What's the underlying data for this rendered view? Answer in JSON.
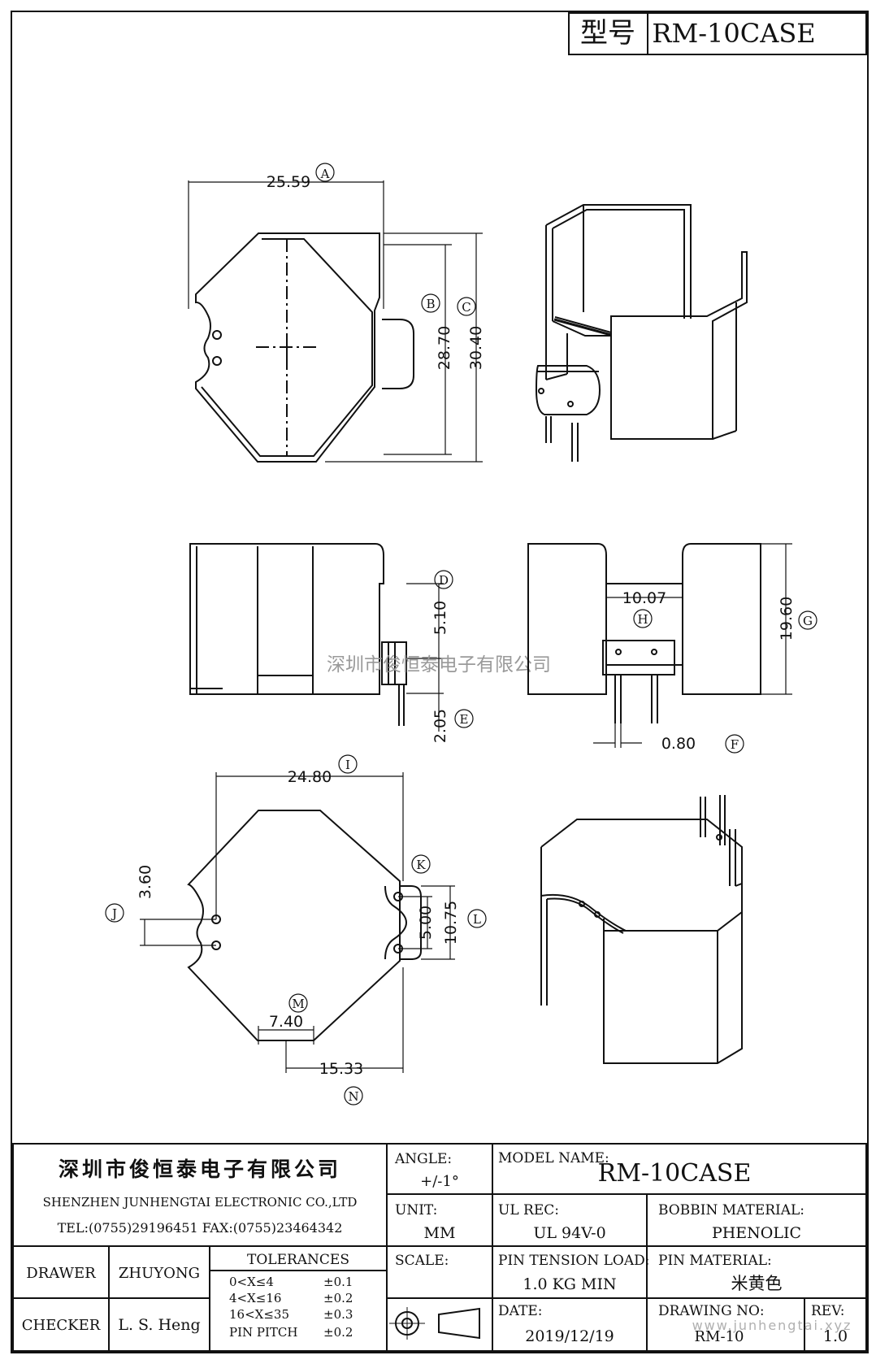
{
  "title_block_top": {
    "label": "型号",
    "value": "RM-10CASE"
  },
  "dimensions": {
    "A": "25.59",
    "B": "28.70",
    "C": "30.40",
    "D": "5.10",
    "E": "2.05",
    "F": "0.80",
    "G": "19.60",
    "H": "10.07",
    "I": "24.80",
    "J": "3.60",
    "K": "5.00",
    "L": "10.75",
    "M": "7.40",
    "N": "15.33"
  },
  "watermark": "深圳市俊恒泰电子有限公司",
  "company": {
    "name_cn": "深圳市俊恒泰电子有限公司",
    "name_en": "SHENZHEN  JUNHENGTAI  ELECTRONIC  CO.,LTD",
    "contact": "TEL:(0755)29196451  FAX:(0755)23464342"
  },
  "fields": {
    "angle_label": "ANGLE:",
    "angle_value": "+/-1°",
    "model_label": "MODEL NAME:",
    "model_value": "RM-10CASE",
    "unit_label": "UNIT:",
    "unit_value": "MM",
    "ul_label": "UL REC:",
    "ul_value": "UL 94V-0",
    "bobbin_label": "BOBBIN MATERIAL:",
    "bobbin_value": "PHENOLIC",
    "scale_label": "SCALE:",
    "pin_tension_label": "PIN TENSION LOAD:",
    "pin_tension_value": "1.0 KG MIN",
    "pin_material_label": "PIN MATERIAL:",
    "pin_material_value": "米黄色",
    "date_label": "DATE:",
    "date_value": "2019/12/19",
    "drawing_no_label": "DRAWING NO:",
    "drawing_no_value": "RM-10",
    "rev_label": "REV:",
    "rev_value": "1.0",
    "drawer_label": "DRAWER",
    "drawer_value": "ZHUYONG",
    "checker_label": "CHECKER",
    "checker_value": "L. S. Heng"
  },
  "tolerances": {
    "title": "TOLERANCES",
    "rows": [
      {
        "range": "0<X≤4",
        "tol": "±0.1"
      },
      {
        "range": "4<X≤16",
        "tol": "±0.2"
      },
      {
        "range": "16<X≤35",
        "tol": "±0.3"
      },
      {
        "range": "PIN PITCH",
        "tol": "±0.2"
      }
    ]
  },
  "url_watermark": "www.junhengtai.xyz"
}
